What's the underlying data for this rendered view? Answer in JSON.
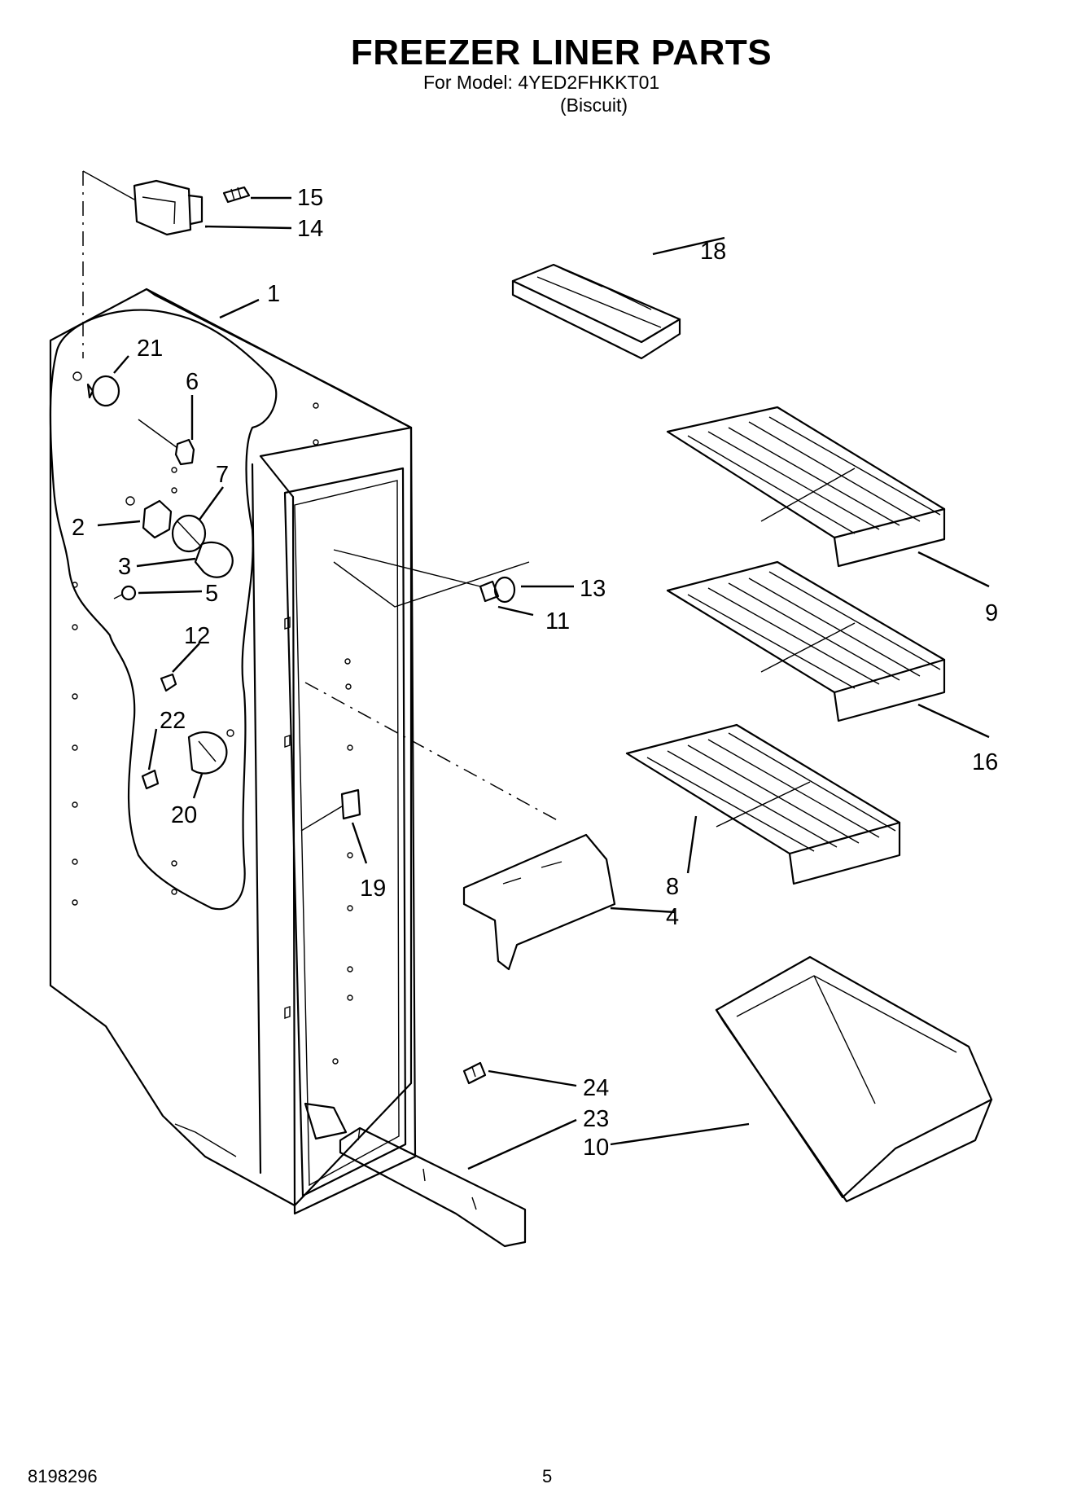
{
  "header": {
    "title": "FREEZER LINER PARTS",
    "model_line": "For Model: 4YED2FHKKT01",
    "color": "(Biscuit)"
  },
  "footer": {
    "doc_number": "8198296",
    "page_number": "5"
  },
  "callouts": {
    "c1": "1",
    "c2": "2",
    "c3": "3",
    "c4": "4",
    "c5": "5",
    "c6": "6",
    "c7": "7",
    "c8": "8",
    "c9": "9",
    "c10": "10",
    "c11": "11",
    "c12": "12",
    "c13": "13",
    "c14": "14",
    "c15": "15",
    "c16": "16",
    "c18": "18",
    "c19": "19",
    "c20": "20",
    "c21": "21",
    "c22": "22",
    "c23": "23",
    "c24": "24"
  }
}
